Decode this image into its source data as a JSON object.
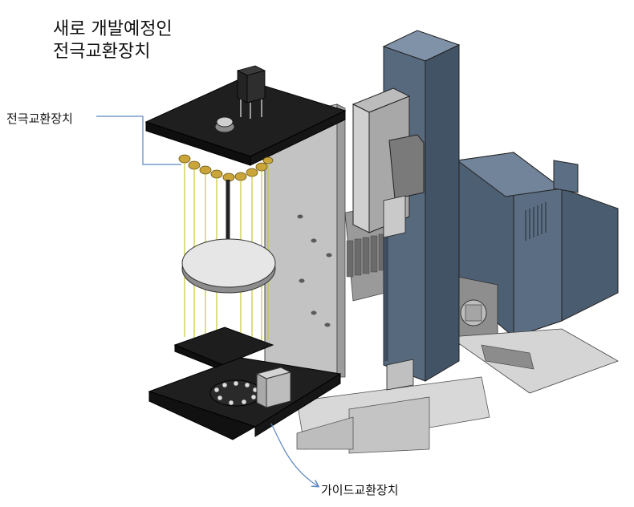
{
  "title": {
    "line1": "새로 개발예정인",
    "line2": "전극교환장치"
  },
  "callouts": {
    "electrode_changer": "전극교환장치",
    "guide_changer": "가이드교환장치"
  },
  "colors": {
    "background": "#ffffff",
    "machine_column": "#56697d",
    "machine_column_dark": "#3b4b5c",
    "machine_column_light": "#8a9bb0",
    "plate_black": "#1b1b1b",
    "gray_panel": "#b9b9b9",
    "guide_rod": "#c8c832",
    "collet_gold": "#c9a53a",
    "leader_line": "#5b86c2"
  },
  "icons": {
    "motor": "servo-motor-icon",
    "arrow": "arrow-right-icon"
  }
}
